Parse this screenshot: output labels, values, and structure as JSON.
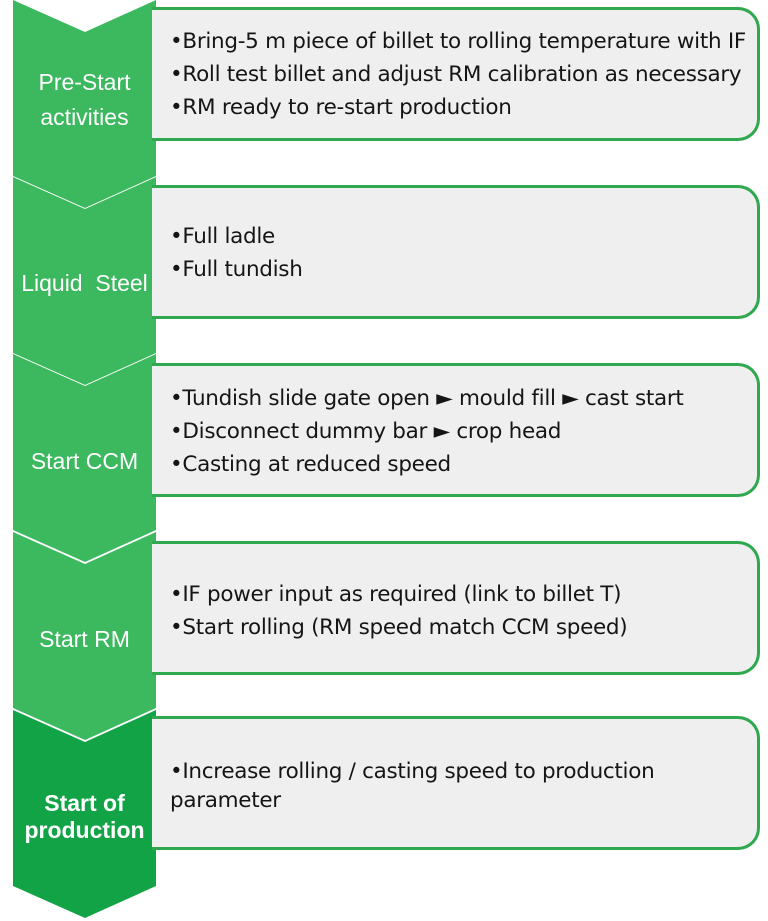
{
  "stages": [
    {
      "label_lines": [
        "Pre-Start",
        "activities"
      ],
      "bullets": [
        "Bring-5 m piece of billet to rolling temperature with IF",
        "Roll test billet and adjust RM calibration as necessary",
        "RM ready to re-start production"
      ]
    },
    {
      "label_lines": [
        "Liquid  Steel"
      ],
      "bullets": [
        "Full ladle",
        "Full tundish"
      ]
    },
    {
      "label_lines": [
        "Start CCM"
      ],
      "bullets": [
        "Tundish slide gate open ► mould fill ► cast start",
        "Disconnect dummy bar ► crop head",
        "Casting at reduced speed"
      ]
    },
    {
      "label_lines": [
        "Start RM"
      ],
      "bullets": [
        "IF power input as required (link to billet T)",
        "Start rolling (RM speed match CCM speed)"
      ]
    },
    {
      "label_lines": [
        "Start of",
        "production"
      ],
      "bullets": [
        "Increase rolling / casting speed to production parameter"
      ]
    }
  ],
  "colors": {
    "chevron_light": "#3cb95f",
    "chevron_last": "#13a347",
    "border": "#2fa84f",
    "box_fill": "#efefef"
  },
  "bullet_char": "•"
}
